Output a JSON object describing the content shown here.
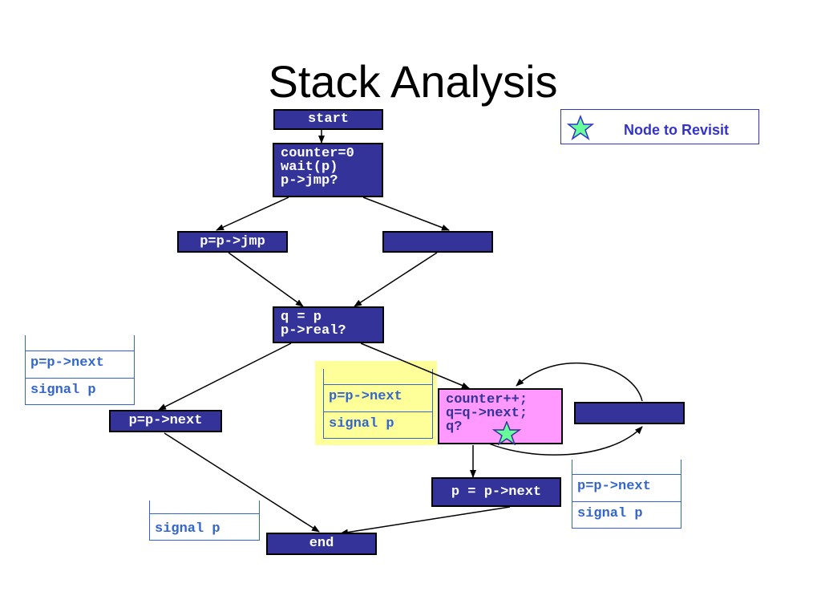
{
  "title": "Stack Analysis",
  "legend": {
    "label": "Node to Revisit",
    "icon": "star-icon"
  },
  "nodes": {
    "start": "start",
    "entry": "counter=0\nwait(p)\np->jmp?",
    "jmp": "p=p->jmp",
    "empty_branch": "",
    "q_assign": "q = p\np->real?",
    "left_next": "p=p->next",
    "loop_body": "counter++;\nq=q->next;\nq?",
    "loop_empty": "",
    "after_loop": "p = p->next",
    "end": "end"
  },
  "stacks": {
    "left": [
      "p=p->next",
      "signal p"
    ],
    "highlight": [
      "p=p->next",
      "signal p"
    ],
    "bottom_left": [
      "signal p"
    ],
    "right": [
      "p=p->next",
      "signal p"
    ]
  },
  "colors": {
    "node_fill": "#333399",
    "node_text": "#ffffff",
    "revisit_node_fill": "#ff99ff",
    "stack_text": "#3366cc",
    "highlight": "#ffff99",
    "star_fill": "#66ff99",
    "legend_text": "#3333cc"
  }
}
